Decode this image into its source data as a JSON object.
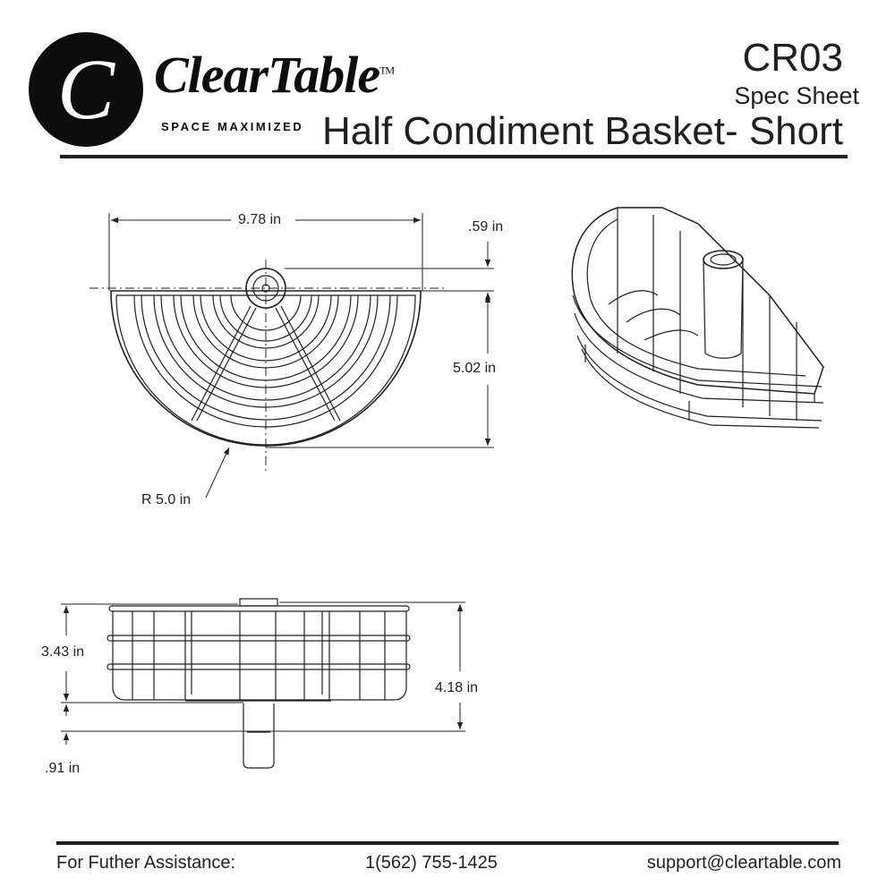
{
  "header": {
    "brand_name": "ClearTable",
    "trademark": "TM",
    "tagline": "SPACE MAXIMIZED",
    "logo_letter": "C",
    "model_number": "CR03",
    "sheet_type": "Spec Sheet",
    "product_title": "Half Condiment Basket- Short"
  },
  "top_view": {
    "width_label": "9.78 in",
    "offset_label": ".59 in",
    "depth_label": "5.02 in",
    "radius_label": "R 5.0 in"
  },
  "side_view": {
    "basket_height_label": "3.43 in",
    "total_height_label": "4.18 in",
    "post_label": ".91 in"
  },
  "isometric_view": {
    "description": "Half-round wire basket with center post"
  },
  "footer": {
    "assistance_label": "For Futher Assistance:",
    "phone": "1(562) 755-1425",
    "email": "support@cleartable.com"
  },
  "colors": {
    "ink": "#231f20",
    "logo_black": "#0d0d0d",
    "background": "#ffffff"
  }
}
